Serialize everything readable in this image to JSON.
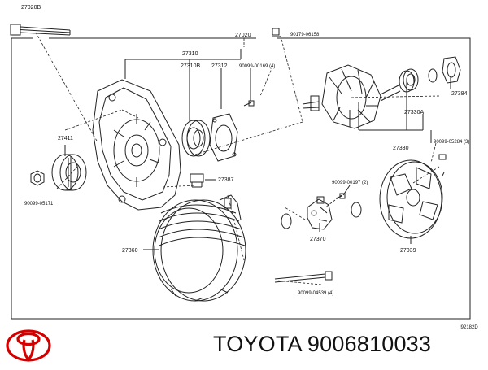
{
  "diagram": {
    "part_labels": {
      "p27020b": "27020B",
      "p27020": "27020",
      "p90179": "90179-06158",
      "p27310": "27310",
      "p27310b": "27310B",
      "p27312": "27312",
      "p90099_00169": "90099-00169 (4)",
      "p27384": "27384",
      "p27330a": "27330A",
      "p27330": "27330",
      "p90099_05284": "90099-05284 (3)",
      "p27411": "27411",
      "p90099_05171": "90099-05171",
      "p27387": "27387",
      "p90099_00197": "90099-00197 (2)",
      "p27360": "27360",
      "p27370": "27370",
      "p27039": "27039",
      "p90099_04539": "90099-04539 (4)"
    },
    "figure_code": "I92182D"
  },
  "footer": {
    "brand_text": "TOYOTA 9006810033"
  },
  "colors": {
    "line": "#222222",
    "logo_red": "#d40000",
    "text": "#111111"
  }
}
